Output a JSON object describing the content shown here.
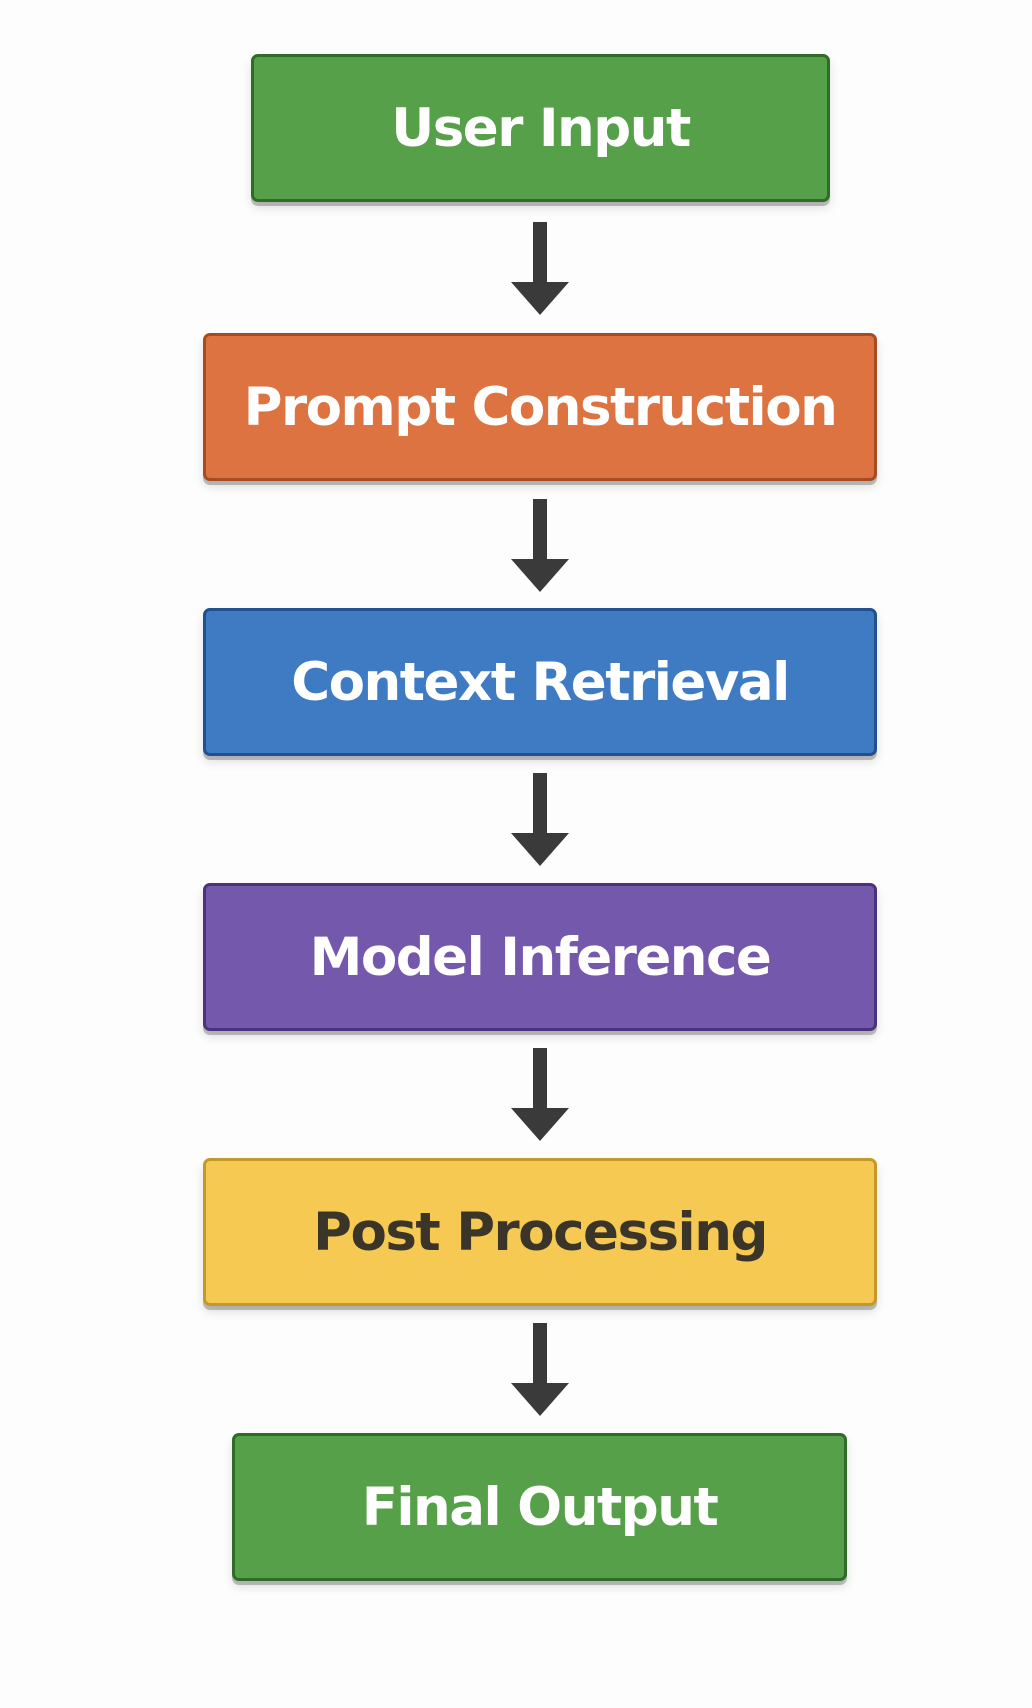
{
  "flowchart": {
    "steps": [
      {
        "label": "User Input",
        "fill": "#55a048",
        "border": "#2f6b29",
        "text_color": "#ffffff"
      },
      {
        "label": "Prompt Construction",
        "fill": "#dd7340",
        "border": "#a64c22",
        "text_color": "#ffffff"
      },
      {
        "label": "Context Retrieval",
        "fill": "#3f7bc3",
        "border": "#21508e",
        "text_color": "#ffffff"
      },
      {
        "label": "Model Inference",
        "fill": "#7458ab",
        "border": "#4a337e",
        "text_color": "#ffffff"
      },
      {
        "label": "Post Processing",
        "fill": "#f6ca52",
        "border": "#c49a26",
        "text_color": "#3a3528"
      },
      {
        "label": "Final Output",
        "fill": "#55a048",
        "border": "#2f6b29",
        "text_color": "#ffffff"
      }
    ],
    "arrow_color": "#3a3a3a"
  }
}
